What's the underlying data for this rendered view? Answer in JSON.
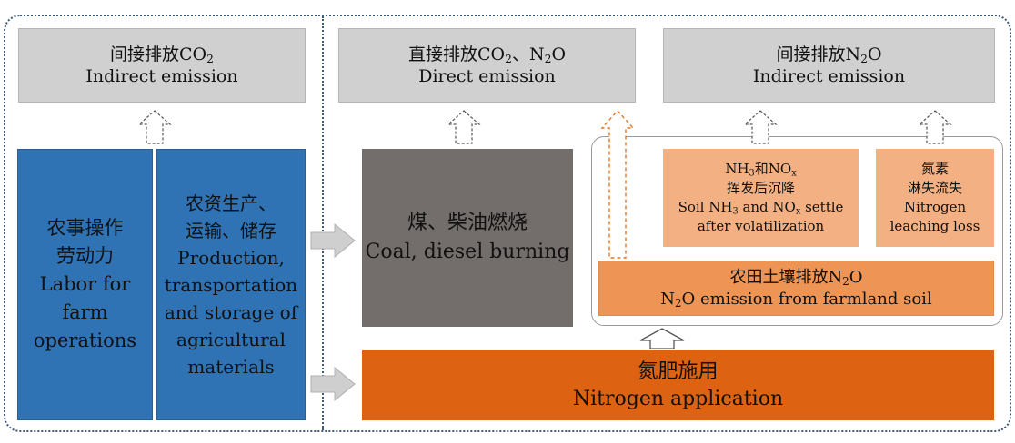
{
  "boxes": {
    "indirect_co2": {
      "zh_prefix": "间接排放CO",
      "zh_sub": "2",
      "en": "Indirect emission"
    },
    "direct": {
      "zh_prefix": "直接排放CO",
      "zh_sub": "2",
      "zh_mid": "、N",
      "zh_sub2": "2",
      "zh_suffix": "O",
      "en": "Direct emission"
    },
    "indirect_n2o": {
      "zh_prefix": "间接排放N",
      "zh_sub": "2",
      "zh_suffix": "O",
      "en": "Indirect emission"
    },
    "labor": {
      "zh_1": "农事操作",
      "zh_2": "劳动力",
      "en_1": "Labor for",
      "en_2": "farm",
      "en_3": "operations"
    },
    "production": {
      "zh_1": "农资生产、",
      "zh_2": "运输、储存",
      "en_1": "Production,",
      "en_2": "transportation",
      "en_3": "and storage of",
      "en_4": "agricultural",
      "en_5": "materials"
    },
    "coal": {
      "zh": "煤、柴油燃烧",
      "en": "Coal, diesel burning"
    },
    "nh3_nox": {
      "zh_p1": "NH",
      "zh_s1": "3",
      "zh_p2": "和NO",
      "zh_s2": "x",
      "zh_2": "挥发后沉降",
      "en_p1": "Soil NH",
      "en_s1": "3",
      "en_p2": " and NO",
      "en_s2": "x",
      "en_p3": " settle",
      "en_2": "after volatilization"
    },
    "leaching": {
      "zh_1": "氮素",
      "zh_2": "淋失流失",
      "en_1": "Nitrogen",
      "en_2": "leaching loss"
    },
    "farmland": {
      "zh_prefix": "农田土壤排放N",
      "zh_sub": "2",
      "zh_suffix": "O",
      "en_p1": "N",
      "en_s1": "2",
      "en_p2": "O emission from farmland soil"
    },
    "nitrogen": {
      "zh": "氮肥施用",
      "en": "Nitrogen application"
    }
  },
  "colors": {
    "grey_box": "#d0d0d0",
    "blue_box": "#2f73b5",
    "dark_box": "#736e6b",
    "light_orange": "#f3b083",
    "mid_orange": "#ee9556",
    "strong_orange": "#dd6212",
    "dotted_border": "#3a5a7a",
    "orange_arrow": "#e07a2a"
  }
}
